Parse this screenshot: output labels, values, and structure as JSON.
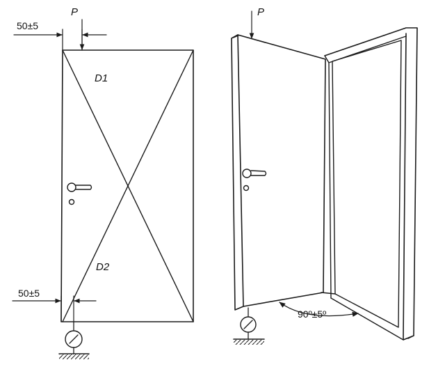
{
  "left_figure": {
    "load_label": "P",
    "top_offset_label": "50±5",
    "bottom_offset_label": "50±5",
    "diagonal_1_label": "D1",
    "diagonal_2_label": "D2"
  },
  "right_figure": {
    "load_label": "P",
    "angle_label": "90º±5º"
  }
}
